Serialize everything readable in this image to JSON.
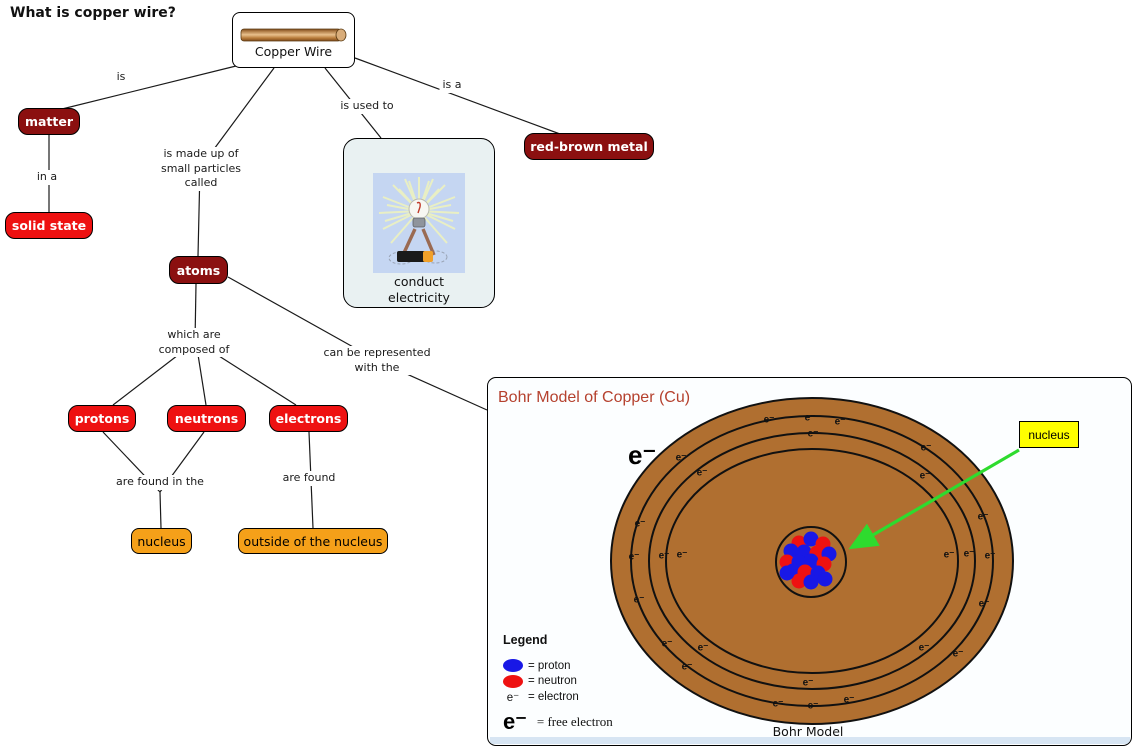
{
  "title": "What is copper wire?",
  "nodes": {
    "copper_wire": "Copper Wire",
    "matter": "matter",
    "solid_state": "solid state",
    "atoms": "atoms",
    "red_brown_metal": "red-brown metal",
    "conduct_electricity": "conduct\nelectricity",
    "protons": "protons",
    "neutrons": "neutrons",
    "electrons": "electrons",
    "nucleus": "nucleus",
    "outside_nucleus": "outside of the nucleus"
  },
  "edges": {
    "is": "is",
    "in_a": "in a",
    "made_up": "is made up of\nsmall particles\ncalled",
    "used_to": "is used to",
    "is_a": "is a",
    "composed": "which are\ncomposed of",
    "represented": "can be represented\nwith the",
    "found_in": "are found in the",
    "found": "are found"
  },
  "bohr": {
    "title": "Bohr Model of Copper (Cu)",
    "caption": "Bohr Model",
    "nucleus_label": "nucleus",
    "electron_symbol": "e⁻",
    "free_electron_symbol": "e⁻",
    "legend": {
      "heading": "Legend",
      "proton_text": "= proton",
      "neutron_text": "= neutron",
      "electron_text": "= electron",
      "free_electron_text": "= free electron"
    },
    "colors": {
      "shell_fill": "#b06f30",
      "shell_stroke": "#111111",
      "proton": "#1818e6",
      "neutron": "#ee1111",
      "arrow_green": "#2edb2e",
      "label_yellow": "#ffff00",
      "title_red": "#b5412e"
    },
    "electrons": [
      [
        768,
        419
      ],
      [
        809,
        417
      ],
      [
        839,
        421
      ],
      [
        812,
        433
      ],
      [
        925,
        447
      ],
      [
        924,
        475
      ],
      [
        680,
        457
      ],
      [
        701,
        472
      ],
      [
        639,
        523
      ],
      [
        633,
        556
      ],
      [
        663,
        555
      ],
      [
        681,
        554
      ],
      [
        948,
        554
      ],
      [
        968,
        553
      ],
      [
        989,
        555
      ],
      [
        982,
        516
      ],
      [
        638,
        599
      ],
      [
        666,
        643
      ],
      [
        702,
        647
      ],
      [
        686,
        666
      ],
      [
        807,
        682
      ],
      [
        777,
        703
      ],
      [
        812,
        705
      ],
      [
        848,
        699
      ],
      [
        923,
        647
      ],
      [
        957,
        653
      ],
      [
        983,
        603
      ]
    ],
    "nucleus_particles": [
      [
        798,
        542,
        "r"
      ],
      [
        810,
        538,
        "b"
      ],
      [
        822,
        543,
        "r"
      ],
      [
        790,
        550,
        "b"
      ],
      [
        803,
        551,
        "b"
      ],
      [
        816,
        552,
        "r"
      ],
      [
        828,
        553,
        "b"
      ],
      [
        786,
        561,
        "r"
      ],
      [
        798,
        561,
        "b"
      ],
      [
        810,
        560,
        "b"
      ],
      [
        823,
        563,
        "r"
      ],
      [
        792,
        570,
        "b"
      ],
      [
        804,
        571,
        "r"
      ],
      [
        817,
        572,
        "b"
      ],
      [
        798,
        580,
        "r"
      ],
      [
        810,
        581,
        "b"
      ],
      [
        824,
        578,
        "b"
      ],
      [
        786,
        572,
        "b"
      ]
    ]
  },
  "map_colors": {
    "dark_red_node": "#8b1010",
    "bright_red_node": "#ee1111",
    "orange_node": "#f5a019"
  }
}
